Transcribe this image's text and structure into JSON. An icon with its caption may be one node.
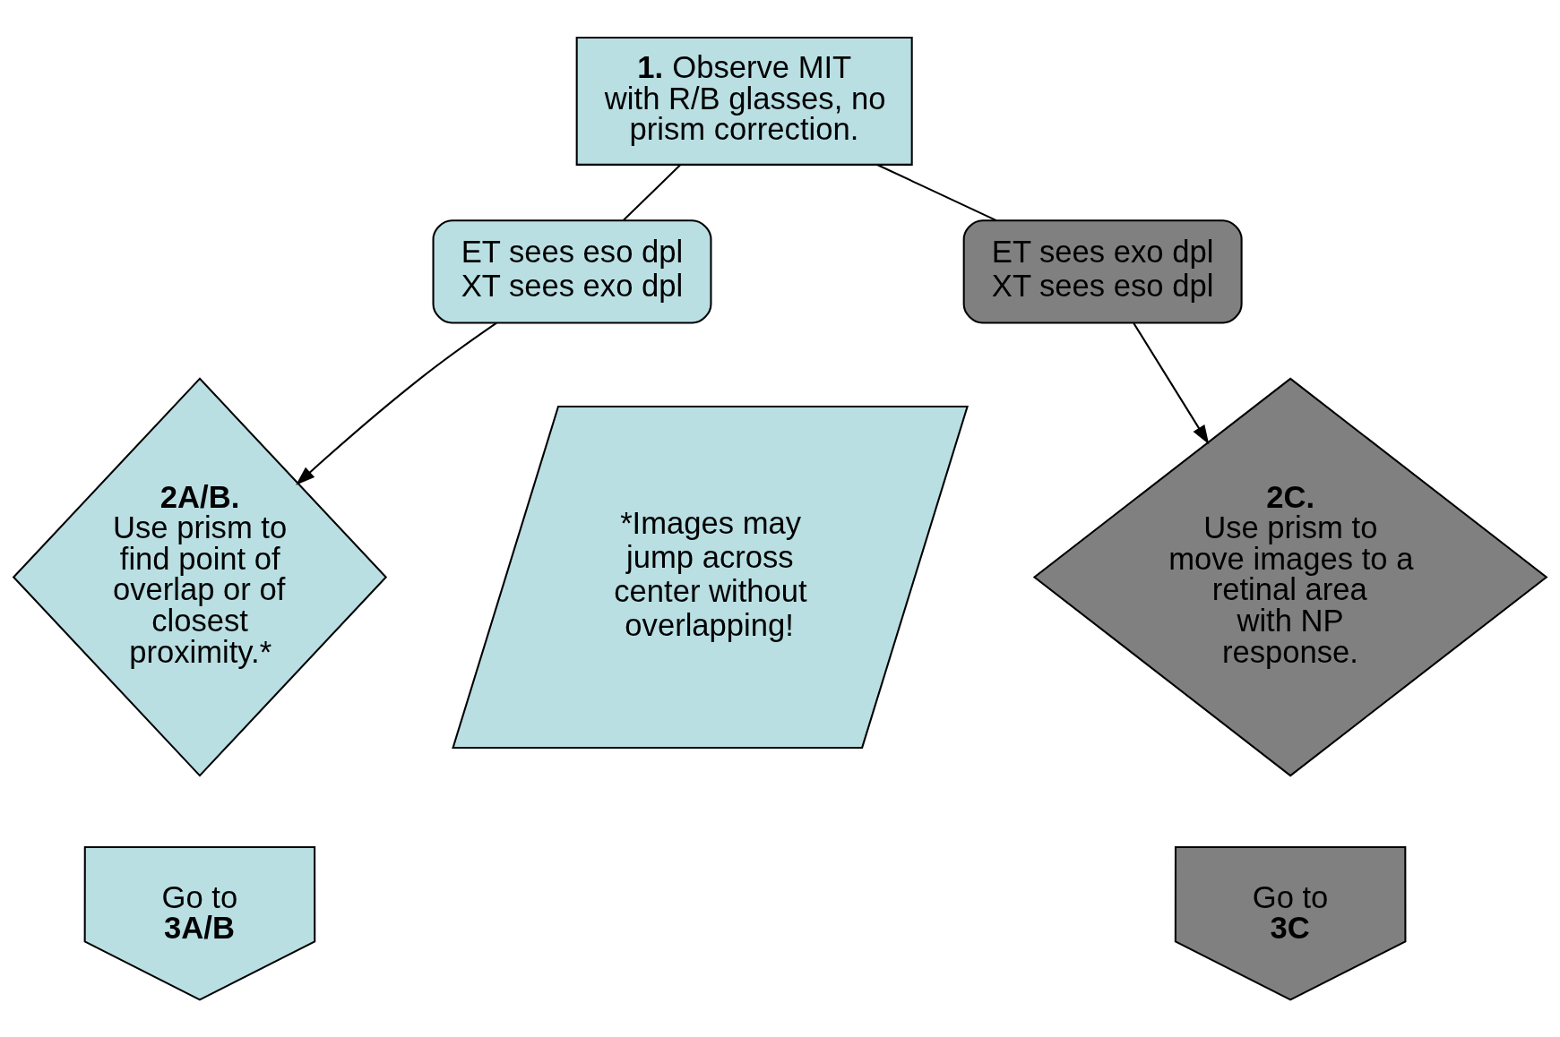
{
  "diagram": {
    "nodes": [
      {
        "text": [
          "**1.** Observe MIT with R/B glasses, no prism correction."
        ]
      },
      {
        "text": [
          "ET sees eso dpl",
          "XT sees exo dpl"
        ]
      },
      {
        "text": [
          "ET sees exo dpl",
          "XT sees eso dpl"
        ]
      },
      {
        "text": [
          "2A/B.",
          "Use prism to find point of overlap or of closest proximity.*"
        ]
      },
      {
        "text": [
          "2C.",
          "Use prism to move images to a retinal area with NP response."
        ]
      },
      {
        "text": [
          "*Images may jump across center without overlapping!"
        ]
      },
      {
        "text": [
          "Go to **3A/B**"
        ]
      },
      {
        "text": [
          "Go to **3C**"
        ]
      }
    ],
    "edges": [
      {
        "from": 0,
        "to": 1,
        "arrow": "none"
      },
      {
        "from": 0,
        "to": 2,
        "arrow": "none"
      },
      {
        "from": 1,
        "to": 3,
        "arrow": "to"
      },
      {
        "from": 2,
        "to": 4,
        "arrow": "to"
      }
    ]
  }
}
